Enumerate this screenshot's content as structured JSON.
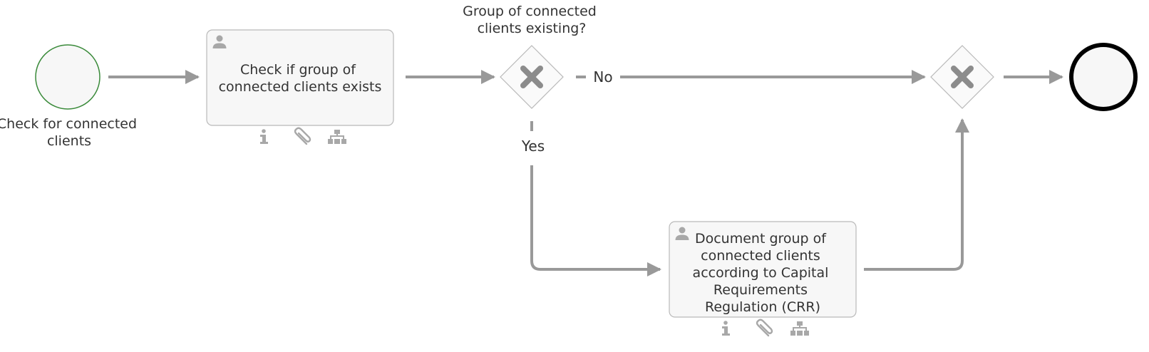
{
  "start_event": {
    "label_lines": [
      "Check for connected",
      "clients"
    ]
  },
  "task_check": {
    "label_lines": [
      "Check if group of",
      "connected clients exists"
    ],
    "performer_icon": "user-icon",
    "badge_icons": [
      "info-icon",
      "paperclip-icon",
      "hierarchy-icon"
    ]
  },
  "gateway_split": {
    "label_lines": [
      "Group of connected",
      "clients existing?"
    ],
    "icon": "x-icon"
  },
  "flow_no": {
    "label": "No"
  },
  "flow_yes": {
    "label": "Yes"
  },
  "task_document": {
    "label_lines": [
      "Document group of",
      "connected clients",
      "according to Capital",
      "Requirements",
      "Regulation (CRR)"
    ],
    "performer_icon": "user-icon",
    "badge_icons": [
      "info-icon",
      "paperclip-icon",
      "hierarchy-icon"
    ]
  },
  "gateway_merge": {
    "icon": "x-icon"
  },
  "colors": {
    "connector": "#999999",
    "start_stroke": "#3a8a3a",
    "end_stroke": "#000000",
    "task_fill": "#f7f7f7",
    "task_stroke": "#b9b9b9",
    "icon": "#a8a8a8",
    "text": "#333333"
  }
}
